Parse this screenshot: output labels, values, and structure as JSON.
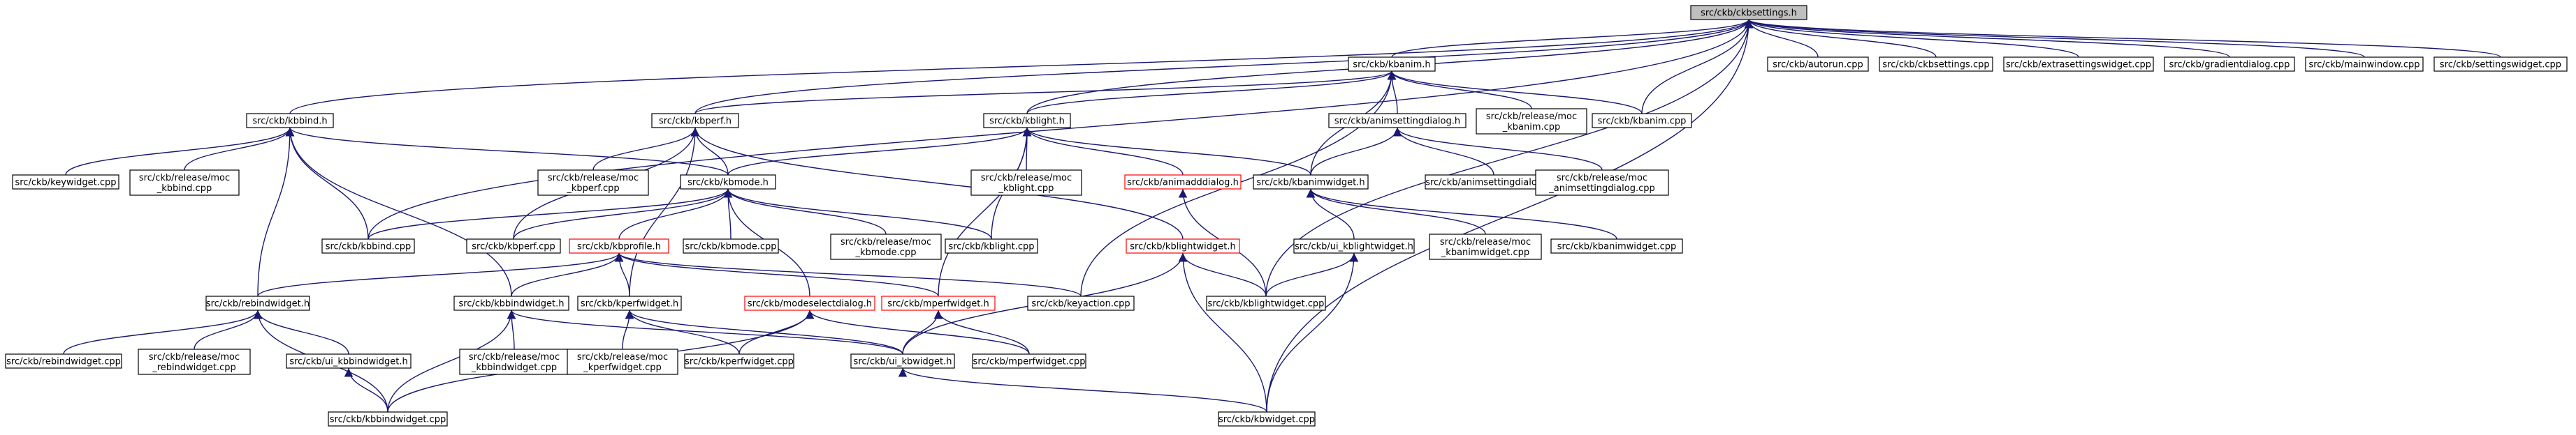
{
  "graph": {
    "colors": {
      "edge": "#191970",
      "node_border": "#000000",
      "node_border_incomplete": "#ff0000",
      "root_fill": "#bfbfbf",
      "node_fill": "#ffffff"
    },
    "nodes": [
      {
        "id": "n0",
        "label": "src/ckb/ckbsettings.h",
        "style": "root"
      },
      {
        "id": "n1",
        "label": "src/ckb/kbbind.h"
      },
      {
        "id": "n2",
        "label": "src/ckb/kbperf.h"
      },
      {
        "id": "n3",
        "label": "src/ckb/kblight.h"
      },
      {
        "id": "n4",
        "label": "src/ckb/kbanim.h"
      },
      {
        "id": "n5",
        "label": "src/ckb/autorun.cpp"
      },
      {
        "id": "n6",
        "label": "src/ckb/ckbsettings.cpp"
      },
      {
        "id": "n7",
        "label": "src/ckb/extrasettingswidget.cpp"
      },
      {
        "id": "n8",
        "label": "src/ckb/gradientdialog.cpp"
      },
      {
        "id": "n9",
        "label": "src/ckb/mainwindow.cpp"
      },
      {
        "id": "n10",
        "label": "src/ckb/settingswidget.cpp"
      },
      {
        "id": "n11",
        "label": "src/ckb/animsettingdialog.h"
      },
      {
        "id": "n12",
        "label": [
          "src/ckb/release/moc",
          "_kbanim.cpp"
        ]
      },
      {
        "id": "n13",
        "label": "src/ckb/kbanim.cpp"
      },
      {
        "id": "n14",
        "label": "src/ckb/keywidget.cpp"
      },
      {
        "id": "n15",
        "label": [
          "src/ckb/release/moc",
          "_kbbind.cpp"
        ]
      },
      {
        "id": "n16",
        "label": [
          "src/ckb/release/moc",
          "_kbperf.cpp"
        ]
      },
      {
        "id": "n17",
        "label": "src/ckb/kbmode.h"
      },
      {
        "id": "n18",
        "label": [
          "src/ckb/release/moc",
          "_kblight.cpp"
        ]
      },
      {
        "id": "n19",
        "label": "src/ckb/animadddialog.h",
        "style": "red"
      },
      {
        "id": "n20",
        "label": "src/ckb/kbanimwidget.h"
      },
      {
        "id": "n21",
        "label": "src/ckb/animsettingdialog.cpp"
      },
      {
        "id": "n22",
        "label": [
          "src/ckb/release/moc",
          "_animsettingdialog.cpp"
        ]
      },
      {
        "id": "n23",
        "label": "src/ckb/kbbind.cpp"
      },
      {
        "id": "n24",
        "label": "src/ckb/kbperf.cpp"
      },
      {
        "id": "n25",
        "label": "src/ckb/kbmode.cpp"
      },
      {
        "id": "n26",
        "label": [
          "src/ckb/release/moc",
          "_kbmode.cpp"
        ]
      },
      {
        "id": "n27",
        "label": "src/ckb/kblight.cpp"
      },
      {
        "id": "n28",
        "label": "src/ckb/kblightwidget.h",
        "style": "red"
      },
      {
        "id": "n29",
        "label": "src/ckb/ui_kblightwidget.h"
      },
      {
        "id": "n30",
        "label": [
          "src/ckb/release/moc",
          "_kbanimwidget.cpp"
        ]
      },
      {
        "id": "n31",
        "label": "src/ckb/kbanimwidget.cpp"
      },
      {
        "id": "n32",
        "label": "src/ckb/kbprofile.h",
        "style": "red"
      },
      {
        "id": "n33",
        "label": "src/ckb/rebindwidget.h"
      },
      {
        "id": "n34",
        "label": "src/ckb/kbbindwidget.h"
      },
      {
        "id": "n35",
        "label": "src/ckb/kperfwidget.h"
      },
      {
        "id": "n36",
        "label": "src/ckb/modeselectdialog.h",
        "style": "red"
      },
      {
        "id": "n37",
        "label": "src/ckb/mperfwidget.h",
        "style": "red"
      },
      {
        "id": "n38",
        "label": "src/ckb/keyaction.cpp"
      },
      {
        "id": "n39",
        "label": "src/ckb/kblightwidget.cpp"
      },
      {
        "id": "n40",
        "label": "src/ckb/rebindwidget.cpp"
      },
      {
        "id": "n41",
        "label": [
          "src/ckb/release/moc",
          "_rebindwidget.cpp"
        ]
      },
      {
        "id": "n42",
        "label": "src/ckb/ui_kbbindwidget.h"
      },
      {
        "id": "n43",
        "label": [
          "src/ckb/release/moc",
          "_kbbindwidget.cpp"
        ]
      },
      {
        "id": "n44",
        "label": [
          "src/ckb/release/moc",
          "_kperfwidget.cpp"
        ]
      },
      {
        "id": "n45",
        "label": "src/ckb/kperfwidget.cpp"
      },
      {
        "id": "n46",
        "label": "src/ckb/ui_kbwidget.h"
      },
      {
        "id": "n47",
        "label": "src/ckb/mperfwidget.cpp"
      },
      {
        "id": "n48",
        "label": "src/ckb/kbbindwidget.cpp"
      },
      {
        "id": "n49",
        "label": "src/ckb/kbwidget.cpp"
      }
    ],
    "edges": [
      [
        "n0",
        "n1"
      ],
      [
        "n0",
        "n2"
      ],
      [
        "n0",
        "n3"
      ],
      [
        "n0",
        "n4"
      ],
      [
        "n0",
        "n5"
      ],
      [
        "n0",
        "n6"
      ],
      [
        "n0",
        "n7"
      ],
      [
        "n0",
        "n8"
      ],
      [
        "n0",
        "n9"
      ],
      [
        "n0",
        "n10"
      ],
      [
        "n0",
        "n13"
      ],
      [
        "n0",
        "n23"
      ],
      [
        "n0",
        "n39"
      ],
      [
        "n0",
        "n49"
      ],
      [
        "n4",
        "n2"
      ],
      [
        "n4",
        "n3"
      ],
      [
        "n4",
        "n11"
      ],
      [
        "n4",
        "n12"
      ],
      [
        "n4",
        "n13"
      ],
      [
        "n4",
        "n20"
      ],
      [
        "n4",
        "n38"
      ],
      [
        "n1",
        "n14"
      ],
      [
        "n1",
        "n15"
      ],
      [
        "n1",
        "n17"
      ],
      [
        "n1",
        "n23"
      ],
      [
        "n1",
        "n33"
      ],
      [
        "n1",
        "n34"
      ],
      [
        "n2",
        "n16"
      ],
      [
        "n2",
        "n17"
      ],
      [
        "n2",
        "n24"
      ],
      [
        "n2",
        "n28"
      ],
      [
        "n2",
        "n35"
      ],
      [
        "n3",
        "n17"
      ],
      [
        "n3",
        "n18"
      ],
      [
        "n3",
        "n19"
      ],
      [
        "n3",
        "n20"
      ],
      [
        "n3",
        "n27"
      ],
      [
        "n3",
        "n37"
      ],
      [
        "n11",
        "n21"
      ],
      [
        "n11",
        "n22"
      ],
      [
        "n11",
        "n20"
      ],
      [
        "n17",
        "n23"
      ],
      [
        "n17",
        "n24"
      ],
      [
        "n17",
        "n25"
      ],
      [
        "n17",
        "n26"
      ],
      [
        "n17",
        "n27"
      ],
      [
        "n17",
        "n32"
      ],
      [
        "n17",
        "n36"
      ],
      [
        "n19",
        "n39"
      ],
      [
        "n20",
        "n29"
      ],
      [
        "n20",
        "n30"
      ],
      [
        "n20",
        "n31"
      ],
      [
        "n28",
        "n39"
      ],
      [
        "n28",
        "n46"
      ],
      [
        "n28",
        "n49"
      ],
      [
        "n29",
        "n39"
      ],
      [
        "n29",
        "n49"
      ],
      [
        "n32",
        "n33"
      ],
      [
        "n32",
        "n34"
      ],
      [
        "n32",
        "n35"
      ],
      [
        "n32",
        "n37"
      ],
      [
        "n32",
        "n38"
      ],
      [
        "n33",
        "n40"
      ],
      [
        "n33",
        "n41"
      ],
      [
        "n33",
        "n42"
      ],
      [
        "n33",
        "n48"
      ],
      [
        "n34",
        "n43"
      ],
      [
        "n34",
        "n46"
      ],
      [
        "n34",
        "n48"
      ],
      [
        "n35",
        "n44"
      ],
      [
        "n35",
        "n45"
      ],
      [
        "n35",
        "n46"
      ],
      [
        "n36",
        "n45"
      ],
      [
        "n36",
        "n47"
      ],
      [
        "n36",
        "n48"
      ],
      [
        "n37",
        "n46"
      ],
      [
        "n37",
        "n47"
      ],
      [
        "n42",
        "n48"
      ],
      [
        "n46",
        "n49"
      ]
    ]
  }
}
